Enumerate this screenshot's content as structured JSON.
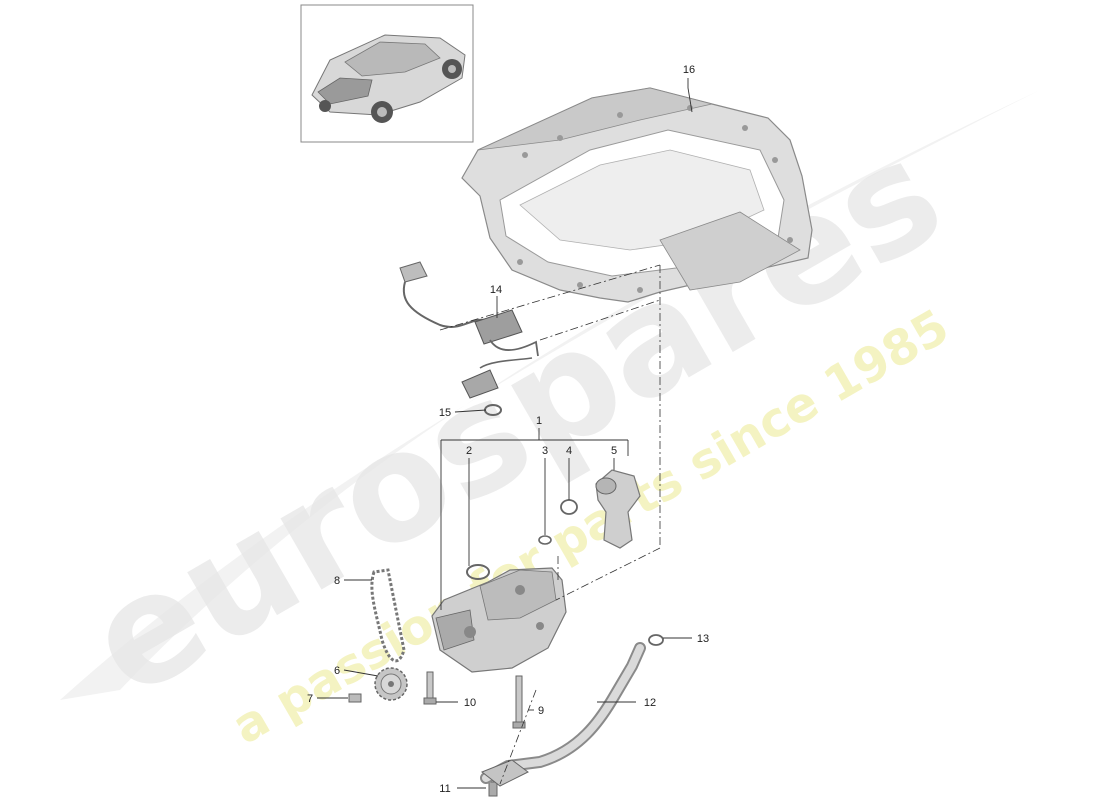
{
  "watermark": {
    "brand": "eurospares",
    "tagline": "a passion for parts since 1985",
    "brand_color": "#e6e6e6",
    "tagline_color": "#f3f1b8"
  },
  "thumbnail": {
    "icon": "car-icon"
  },
  "callouts": {
    "c1": "1",
    "c2": "2",
    "c3": "3",
    "c4": "4",
    "c5": "5",
    "c6": "6",
    "c7": "7",
    "c8": "8",
    "c9": "9",
    "c10": "10",
    "c11": "11",
    "c12": "12",
    "c13": "13",
    "c14": "14",
    "c15": "15",
    "c16": "16"
  },
  "colors": {
    "line": "#333333",
    "part_fill": "#dcdcdc",
    "part_stroke": "#8a8a8a",
    "frame": "#888888"
  }
}
